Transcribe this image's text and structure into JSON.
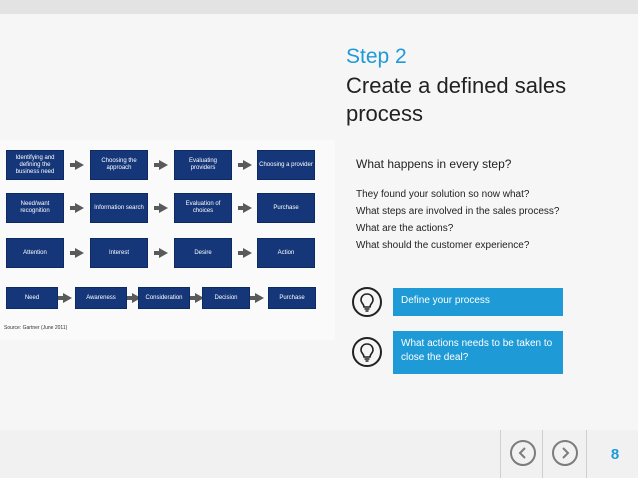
{
  "slide": {
    "step": "Step 2",
    "title": "Create a defined sales process",
    "question": "What happens in every step?",
    "bullets": [
      "They found your solution so now what?",
      "What steps are involved in the sales process?",
      "What are the actions?",
      "What should the customer experience?"
    ],
    "callouts": [
      "Define your process",
      "What actions needs to be taken to close the deal?"
    ],
    "icons": [
      "lightbulb-icon",
      "lightbulb-icon"
    ],
    "accent_color": "#1e9ad6",
    "node_color": "#15377a"
  },
  "flowchart": {
    "rows": [
      [
        "Identifying and defining the business need",
        "Choosing the approach",
        "Evaluating providers",
        "Choosing a provider"
      ],
      [
        "Need/want recognition",
        "Information search",
        "Evaluation of choices",
        "Purchase"
      ],
      [
        "Attention",
        "Interest",
        "Desire",
        "Action"
      ],
      [
        "Need",
        "Awareness",
        "Consideration",
        "Decision",
        "Purchase"
      ]
    ],
    "source": "Source: Gartner (June 2011)"
  },
  "footer": {
    "page_number": "8",
    "prev_icon": "chevron-left-icon",
    "next_icon": "chevron-right-icon"
  }
}
